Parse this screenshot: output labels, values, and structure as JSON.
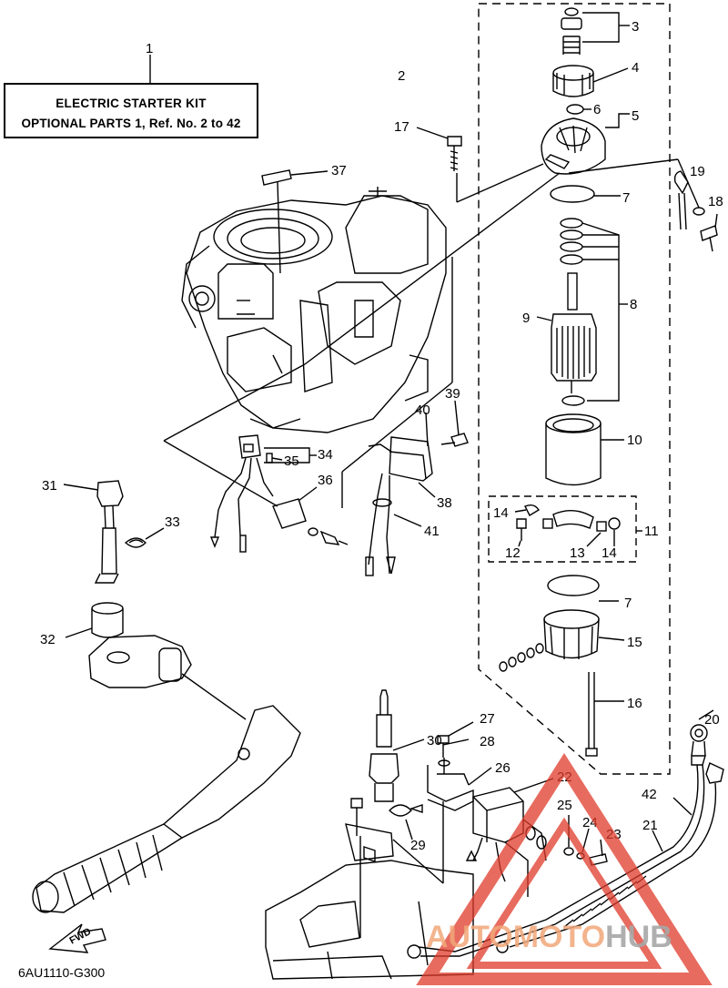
{
  "title_box": {
    "line1": "ELECTRIC  STARTER KIT",
    "line2": "OPTIONAL PARTS 1, Ref. No. 2 to 42"
  },
  "diagram_code": "6AU1110-G300",
  "fwd_label": "FWD",
  "watermark": {
    "prefix": "AUTO",
    "middle": "MOTO",
    "suffix": "HUB",
    "color_triangle": "#e03a2a",
    "color_text": "#f0a070",
    "color_hub": "#9a9a9a"
  },
  "callouts": [
    "1",
    "2",
    "3",
    "4",
    "5",
    "6",
    "7",
    "8",
    "9",
    "10",
    "11",
    "12",
    "13",
    "14",
    "15",
    "16",
    "17",
    "18",
    "19",
    "20",
    "21",
    "22",
    "23",
    "24",
    "25",
    "26",
    "27",
    "28",
    "29",
    "30",
    "31",
    "32",
    "33",
    "34",
    "35",
    "36",
    "37",
    "38",
    "39",
    "40",
    "41",
    "42"
  ],
  "extra_callouts": {
    "seven_second": "7",
    "fourteen_second": "14"
  }
}
